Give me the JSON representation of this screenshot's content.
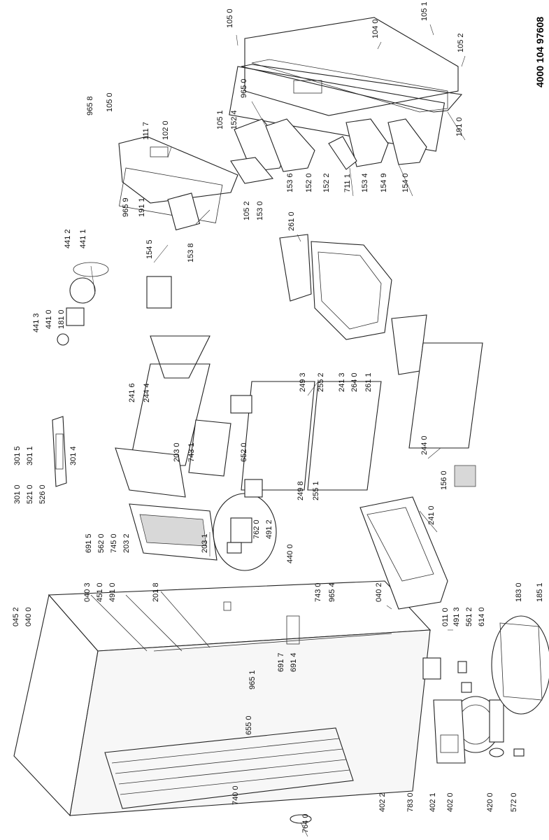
{
  "document_code": "4000 104 97608",
  "labels": [
    "105 0",
    "104 0",
    "105 1",
    "105 2",
    "965 0",
    "191 0",
    "965 8",
    "105 0",
    "111 7",
    "102 0",
    "105 1",
    "152 4",
    "965 9",
    "191 1",
    "105 2",
    "153 0",
    "153 6",
    "152 0",
    "152 2",
    "711 1",
    "153 4",
    "154 9",
    "154 0",
    "441 2",
    "441 1",
    "441 3",
    "441 0",
    "181 0",
    "154 5",
    "153 8",
    "261 0",
    "301 5",
    "301 1",
    "301 4",
    "301 0",
    "521 0",
    "526 0",
    "241 6",
    "244 4",
    "203 0",
    "743 1",
    "249 3",
    "255 2",
    "652 0",
    "249 8",
    "255 1",
    "241 3",
    "264 0",
    "261 1",
    "244 0",
    "691 5",
    "562 0",
    "745 0",
    "203 2",
    "203 1",
    "040 3",
    "451 0",
    "491 0",
    "201 8",
    "762 0",
    "491 2",
    "440 0",
    "156 0",
    "241 0",
    "743 0",
    "965 4",
    "045 2",
    "040 0",
    "040 2",
    "011 0",
    "491 3",
    "561 2",
    "614 0",
    "965 1",
    "655 0",
    "691 7",
    "691 4",
    "183 0",
    "185 1",
    "402 1",
    "402 0",
    "420 0",
    "572 0",
    "402 2",
    "783 0",
    "740 0",
    "764 0"
  ]
}
